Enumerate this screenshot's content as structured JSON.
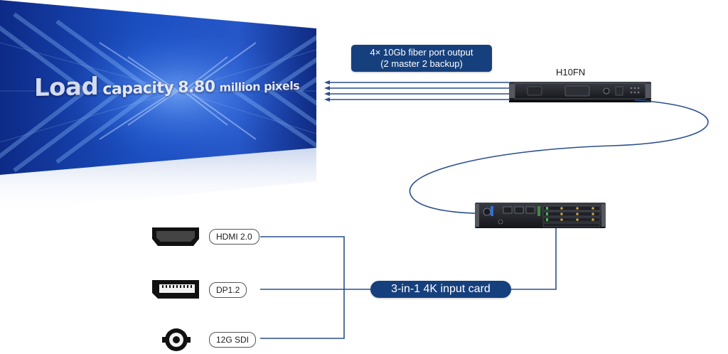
{
  "led_wall": {
    "caption_big": "Load",
    "caption_mid": "capacity",
    "caption_value": "8.80",
    "caption_unit": "million pixels"
  },
  "fiber_output": {
    "line1": "4× 10Gb fiber port output",
    "line2": "(2 master 2 backup)"
  },
  "device": {
    "model": "H10FN"
  },
  "input_card": {
    "label": "3-in-1 4K input card"
  },
  "inputs": [
    {
      "label": "HDMI 2.0",
      "icon": "hdmi-port-icon"
    },
    {
      "label": "DP1.2",
      "icon": "displayport-icon"
    },
    {
      "label": "12G SDI",
      "icon": "bnc-connector-icon"
    }
  ],
  "colors": {
    "accent": "#16407d",
    "wall_dark": "#0a1f6b",
    "wall_light": "#2f6ad8",
    "link_line": "#2a4f8c"
  }
}
